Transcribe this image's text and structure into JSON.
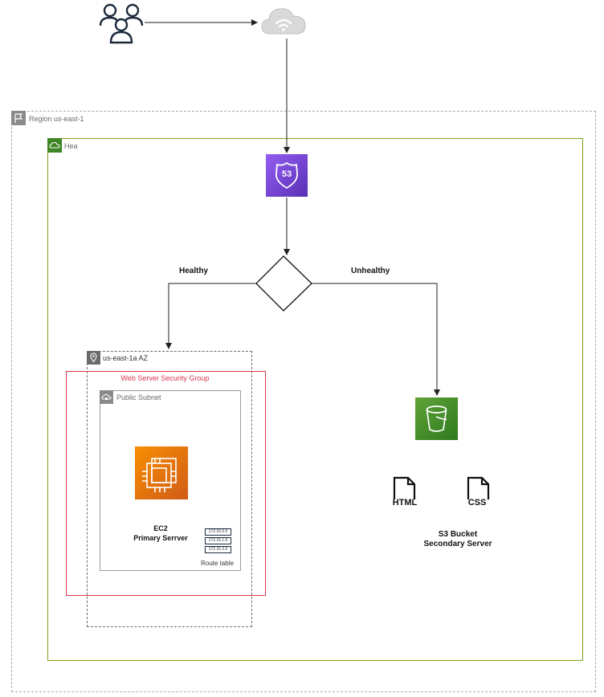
{
  "region": {
    "label": "Region us-east-1"
  },
  "health_group": {
    "label": "Hea"
  },
  "decision": {
    "healthy_label": "Healthy",
    "unhealthy_label": "Unhealthy"
  },
  "route53": {
    "badge": "53"
  },
  "az": {
    "label": "us-east-1a AZ"
  },
  "security_group": {
    "label": "Web Server Security Group"
  },
  "subnet": {
    "label": "Public Subnet"
  },
  "ec2": {
    "line1": "EC2",
    "line2": "Primary Serrver"
  },
  "route_table": {
    "label": "Route table",
    "entries": [
      "172.16.0.0",
      "172.16.1.0",
      "172.16.2.0"
    ]
  },
  "s3": {
    "line1": "S3 Bucket",
    "line2": "Secondary Server"
  },
  "files": {
    "html_label": "HTML",
    "css_label": "CSS"
  },
  "colors": {
    "region_border": "#aaaaaa",
    "health_border": "#7aa116",
    "health_badge": "#3f8624",
    "security_group_border": "#d86613",
    "route53_fill": "#693cc5",
    "ec2_fill": "#ed7100",
    "s3_fill": "#3f8624"
  }
}
